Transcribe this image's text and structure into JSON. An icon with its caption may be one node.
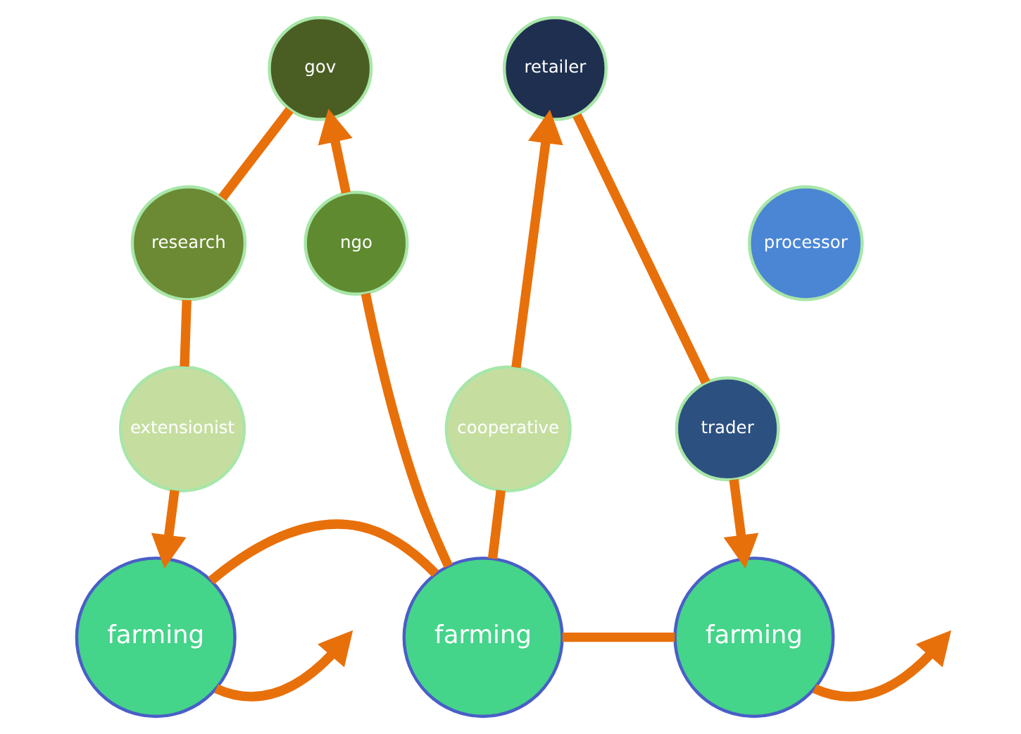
{
  "diagram": {
    "nodes": [
      {
        "text": [
          "gov"
        ]
      },
      {
        "text": [
          "retailer"
        ]
      },
      {
        "text": [
          "research"
        ]
      },
      {
        "text": [
          "processor"
        ]
      },
      {
        "text": [
          "ngo"
        ]
      },
      {
        "text": [
          "extensionist"
        ]
      },
      {
        "text": [
          "cooperative"
        ]
      },
      {
        "text": [
          "trader"
        ]
      },
      {
        "text": [
          "farming"
        ]
      },
      {
        "text": [
          "farming"
        ]
      },
      {
        "text": [
          "farming"
        ]
      }
    ],
    "edges": [
      {
        "from": 0,
        "to": 2,
        "arrow": "none"
      },
      {
        "from": 2,
        "to": 5,
        "arrow": "none"
      },
      {
        "from": 5,
        "to": 8,
        "arrow": "to"
      },
      {
        "from": 9,
        "to": 4,
        "arrow": "none"
      },
      {
        "from": 4,
        "to": 0,
        "arrow": "to"
      },
      {
        "from": 9,
        "to": 6,
        "arrow": "none"
      },
      {
        "from": 6,
        "to": 1,
        "arrow": "to"
      },
      {
        "from": 1,
        "to": 7,
        "arrow": "none"
      },
      {
        "from": 7,
        "to": 10,
        "arrow": "to"
      },
      {
        "from": 8,
        "to": null,
        "arrow": "to"
      },
      {
        "from": 8,
        "to": 9,
        "arrow": "none"
      },
      {
        "from": 9,
        "to": 10,
        "arrow": "none"
      },
      {
        "from": 10,
        "to": null,
        "arrow": "to"
      }
    ]
  }
}
